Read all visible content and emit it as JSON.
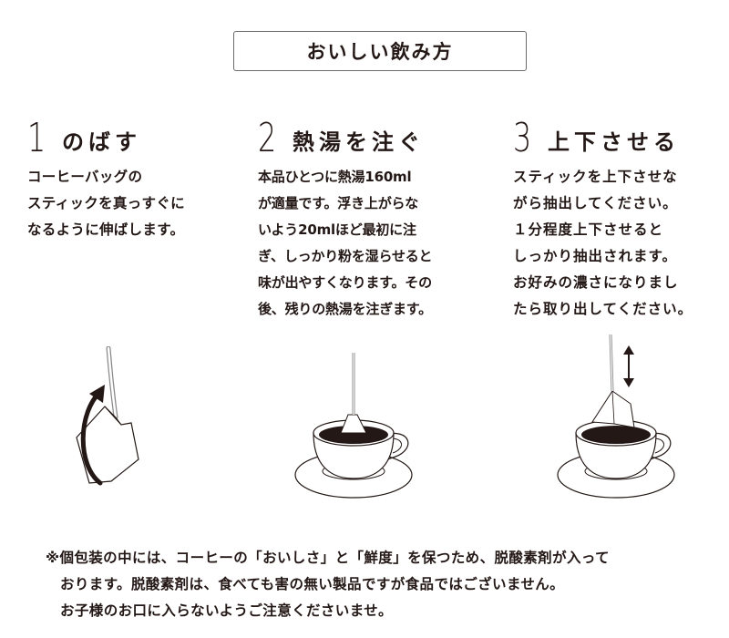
{
  "title": "おいしい飲み方",
  "steps": [
    {
      "number": "1",
      "label": "のばす",
      "text": "コーヒーバッグの\nスティックを真っすぐに\nなるように伸ばします。",
      "illustration": "bag-stretch-icon"
    },
    {
      "number": "2",
      "label": "熱湯を注ぐ",
      "text": "本品ひとつに熱湯160ml\nが適量です。浮き上がらな\nいよう20mlほど最初に注\nぎ、しっかり粉を湿らせると\n味が出やすくなります。その\n後、残りの熱湯を注ぎます。",
      "illustration": "cup-pour-icon"
    },
    {
      "number": "3",
      "label": "上下させる",
      "text": "スティックを上下させな\nがら抽出してください。\n１分程度上下させると\nしっかり抽出されます。\nお好みの濃さになりまし\nたら取り出してください。",
      "illustration": "cup-updown-icon"
    }
  ],
  "note": {
    "line1": "※個包装の中には、コーヒーの「おいしさ」と「鮮度」を保つため、脱酸素剤が入って",
    "line2": "おります。脱酸素剤は、食べても害の無い製品ですが食品ではございません。",
    "line3": "お子様のお口に入らないようご注意くださいませ。"
  },
  "colors": {
    "text": "#231815",
    "coffee": "#231815",
    "line": "#6b6b6b"
  }
}
